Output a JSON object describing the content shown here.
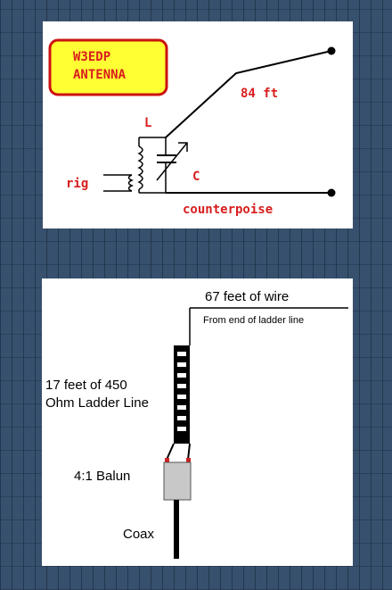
{
  "top_diagram": {
    "title_line1": "W3EDP",
    "title_line2": "ANTENNA",
    "wire_length": "84 ft",
    "inductor_label": "L",
    "capacitor_label": "C",
    "rig_label": "rig",
    "counterpoise_label": "counterpoise",
    "colors": {
      "label_red": "#d81e1e",
      "title_bg": "#ffff33",
      "title_border": "#cc1111"
    }
  },
  "bottom_diagram": {
    "top_wire_label": "67 feet of wire",
    "top_wire_sublabel": "From end of ladder line",
    "ladder_label_line1": "17 feet of 450",
    "ladder_label_line2": "Ohm Ladder Line",
    "balun_label": "4:1 Balun",
    "coax_label": "Coax",
    "colors": {
      "balun_fill": "#c8c8c8",
      "terminal_red": "#cc2222"
    }
  }
}
